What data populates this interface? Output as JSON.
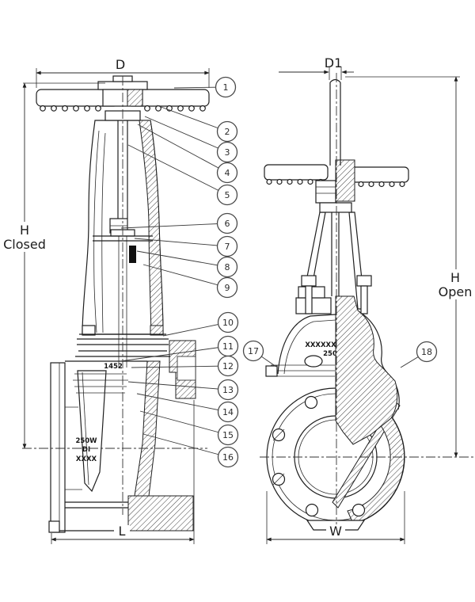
{
  "drawing_title": "gate-valve-sectional-drawing",
  "colors": {
    "line": "#1f1f1f",
    "background": "#ffffff",
    "callout_stroke": "#4a4a4a",
    "packing_fill": "#111111"
  },
  "dimensions": {
    "d": "D",
    "d1": "D1",
    "h_closed": [
      "H",
      "Closed"
    ],
    "h_open": [
      "H",
      "Open"
    ],
    "l": "L",
    "w": "W"
  },
  "views": {
    "left": {
      "description": "side section, valve closed",
      "markings": {
        "stamp": "1452",
        "size": "250W",
        "material": "DI",
        "code": "XXXX"
      }
    },
    "right": {
      "description": "end half-section, valve open",
      "markings": {
        "stamp": "XXXXXX",
        "stamp2": "250"
      }
    }
  },
  "callouts": [
    "1",
    "2",
    "3",
    "4",
    "5",
    "6",
    "7",
    "8",
    "9",
    "10",
    "11",
    "12",
    "13",
    "14",
    "15",
    "16",
    "17",
    "18"
  ]
}
